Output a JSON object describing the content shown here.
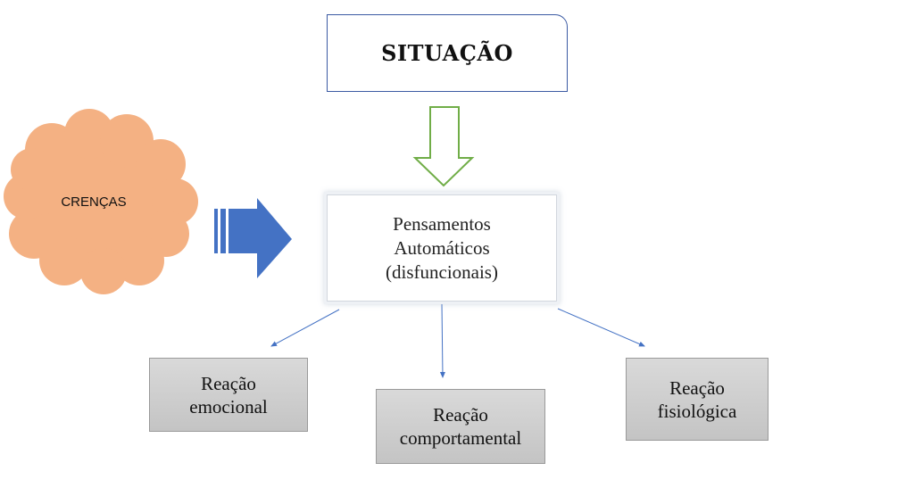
{
  "situation": {
    "label": "SITUAÇÃO"
  },
  "beliefs": {
    "label": "CRENÇAS"
  },
  "thoughts": {
    "line1": "Pensamentos",
    "line2": "Automáticos",
    "line3": "(disfuncionais)"
  },
  "reactions": [
    {
      "line1": "Reação",
      "line2": "emocional"
    },
    {
      "line1": "Reação",
      "line2": "comportamental"
    },
    {
      "line1": "Reação",
      "line2": "fisiológica"
    }
  ],
  "colors": {
    "situation_border": "#3b5aa3",
    "down_arrow": "#70ad47",
    "cloud_fill": "#f4b183",
    "blue_arrow": "#4472c4",
    "connector": "#4472c4",
    "reaction_fill": "#cfcfcf"
  },
  "icons": {
    "cloud": "cloud-shape",
    "down_arrow": "hollow-down-arrow",
    "right_arrow": "striped-right-arrow"
  }
}
